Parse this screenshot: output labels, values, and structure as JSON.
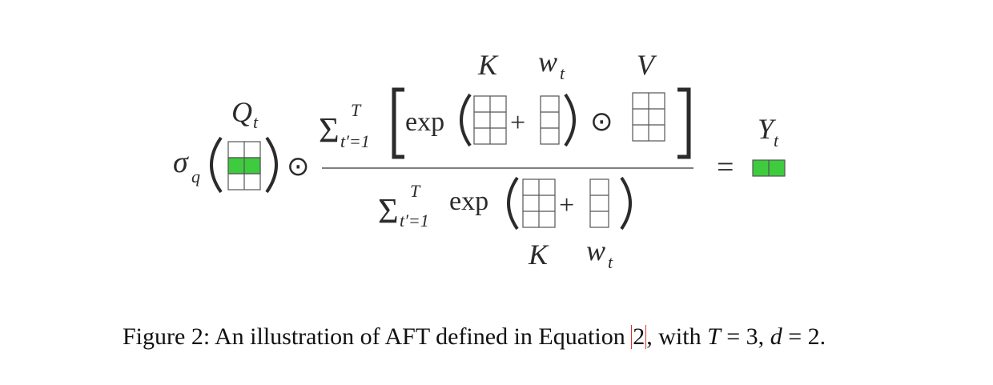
{
  "equation": {
    "sigma": "σ",
    "sigma_sub": "q",
    "q_label": "Q",
    "q_sub": "t",
    "hadamard": "⊙",
    "sum": "Σ",
    "sum_upper": "T",
    "sum_lower": "t′=1",
    "exp": "exp",
    "plus": "+",
    "k_label": "K",
    "w_label": "w",
    "w_sub": "t",
    "v_label": "V",
    "equals": "=",
    "y_label": "Y",
    "y_sub": "t"
  },
  "colors": {
    "green": "#3ecb3e",
    "grid_line": "#555555",
    "text": "#2b2b2b"
  },
  "caption": {
    "prefix": "Figure 2:  An illustration of AFT defined in Equation ",
    "ref": "2",
    "mid": ", with ",
    "t_var": "T",
    "eq1": " = 3, ",
    "d_var": "d",
    "eq2": " = 2."
  }
}
